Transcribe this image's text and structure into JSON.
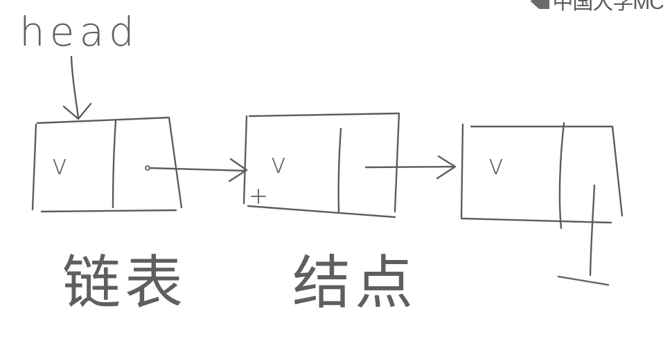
{
  "head_label": "head",
  "nodes": [
    {
      "value": "v"
    },
    {
      "value": "v"
    },
    {
      "value": "v"
    }
  ],
  "captions": {
    "linked_list": "链表",
    "node": "结点"
  },
  "null_symbol": "⊥",
  "watermark": "中国大学MC",
  "colors": {
    "ink": "#5c5c5c",
    "background": "#ffffff"
  }
}
